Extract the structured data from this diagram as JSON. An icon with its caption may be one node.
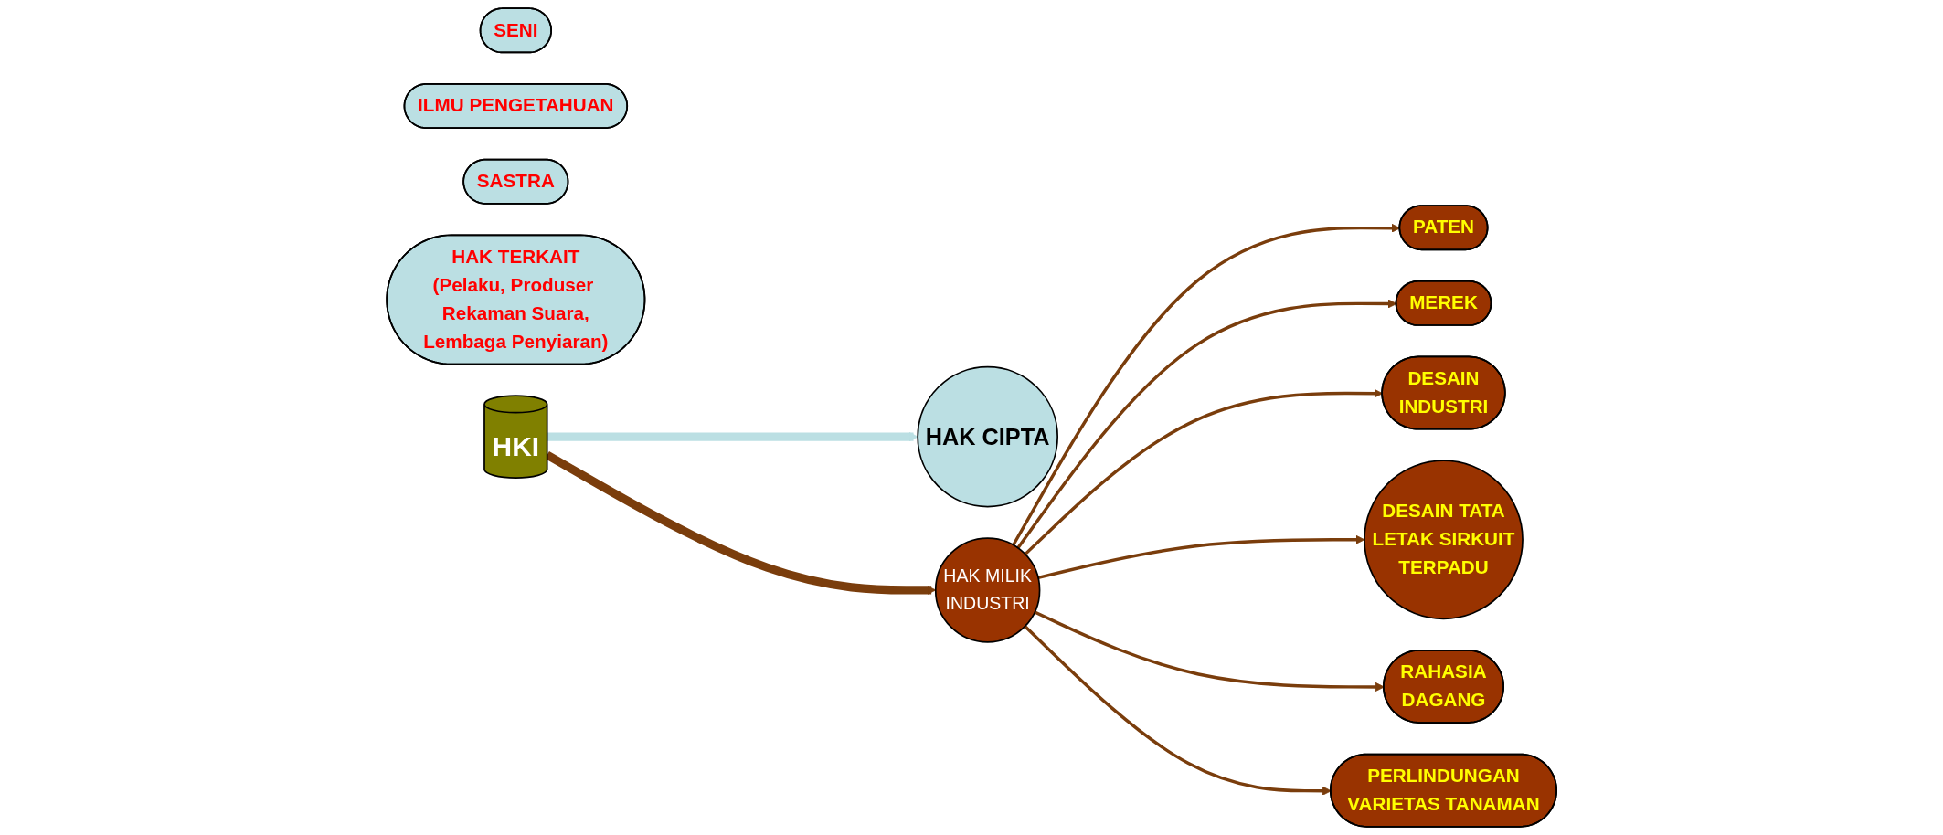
{
  "diagram": {
    "nodes": [
      {
        "text": [
          "SENI"
        ]
      },
      {
        "text": [
          "ILMU PENGETAHUAN"
        ]
      },
      {
        "text": [
          "HAK CIPTA"
        ]
      },
      {
        "text": [
          "SASTRA"
        ]
      },
      {
        "text": [
          "HAK TERKAIT",
          "(Pelaku, Produser Rekaman Suara, Lembaga Penyiaran)"
        ]
      },
      {
        "text": [
          "HKI"
        ]
      },
      {
        "text": [
          "PATEN"
        ]
      },
      {
        "text": [
          "MEREK"
        ]
      },
      {
        "text": [
          "HAK MILIK INDUSTRI"
        ]
      },
      {
        "text": [
          "DESAIN INDUSTRI"
        ]
      },
      {
        "text": [
          "DESAIN TATA LETAK SIRKUIT TERPADU"
        ]
      },
      {
        "text": [
          "PERLINDUNGAN VARIETAS TANAMAN"
        ]
      },
      {
        "text": [
          "RAHASIA DAGANG"
        ]
      }
    ],
    "edges": [
      {
        "from": 5,
        "to": 2,
        "arrow": "to",
        "style": "thick",
        "color": "#bbdfe3"
      },
      {
        "from": 5,
        "to": 8,
        "arrow": "to",
        "style": "thick"
      },
      {
        "from": 8,
        "to": 6,
        "arrow": "to"
      },
      {
        "from": 8,
        "to": 7,
        "arrow": "to"
      },
      {
        "from": 8,
        "to": 9,
        "arrow": "to"
      },
      {
        "from": 8,
        "to": 10,
        "arrow": "to"
      },
      {
        "from": 8,
        "to": 12,
        "arrow": "to"
      },
      {
        "from": 8,
        "to": 11,
        "arrow": "to"
      }
    ]
  }
}
